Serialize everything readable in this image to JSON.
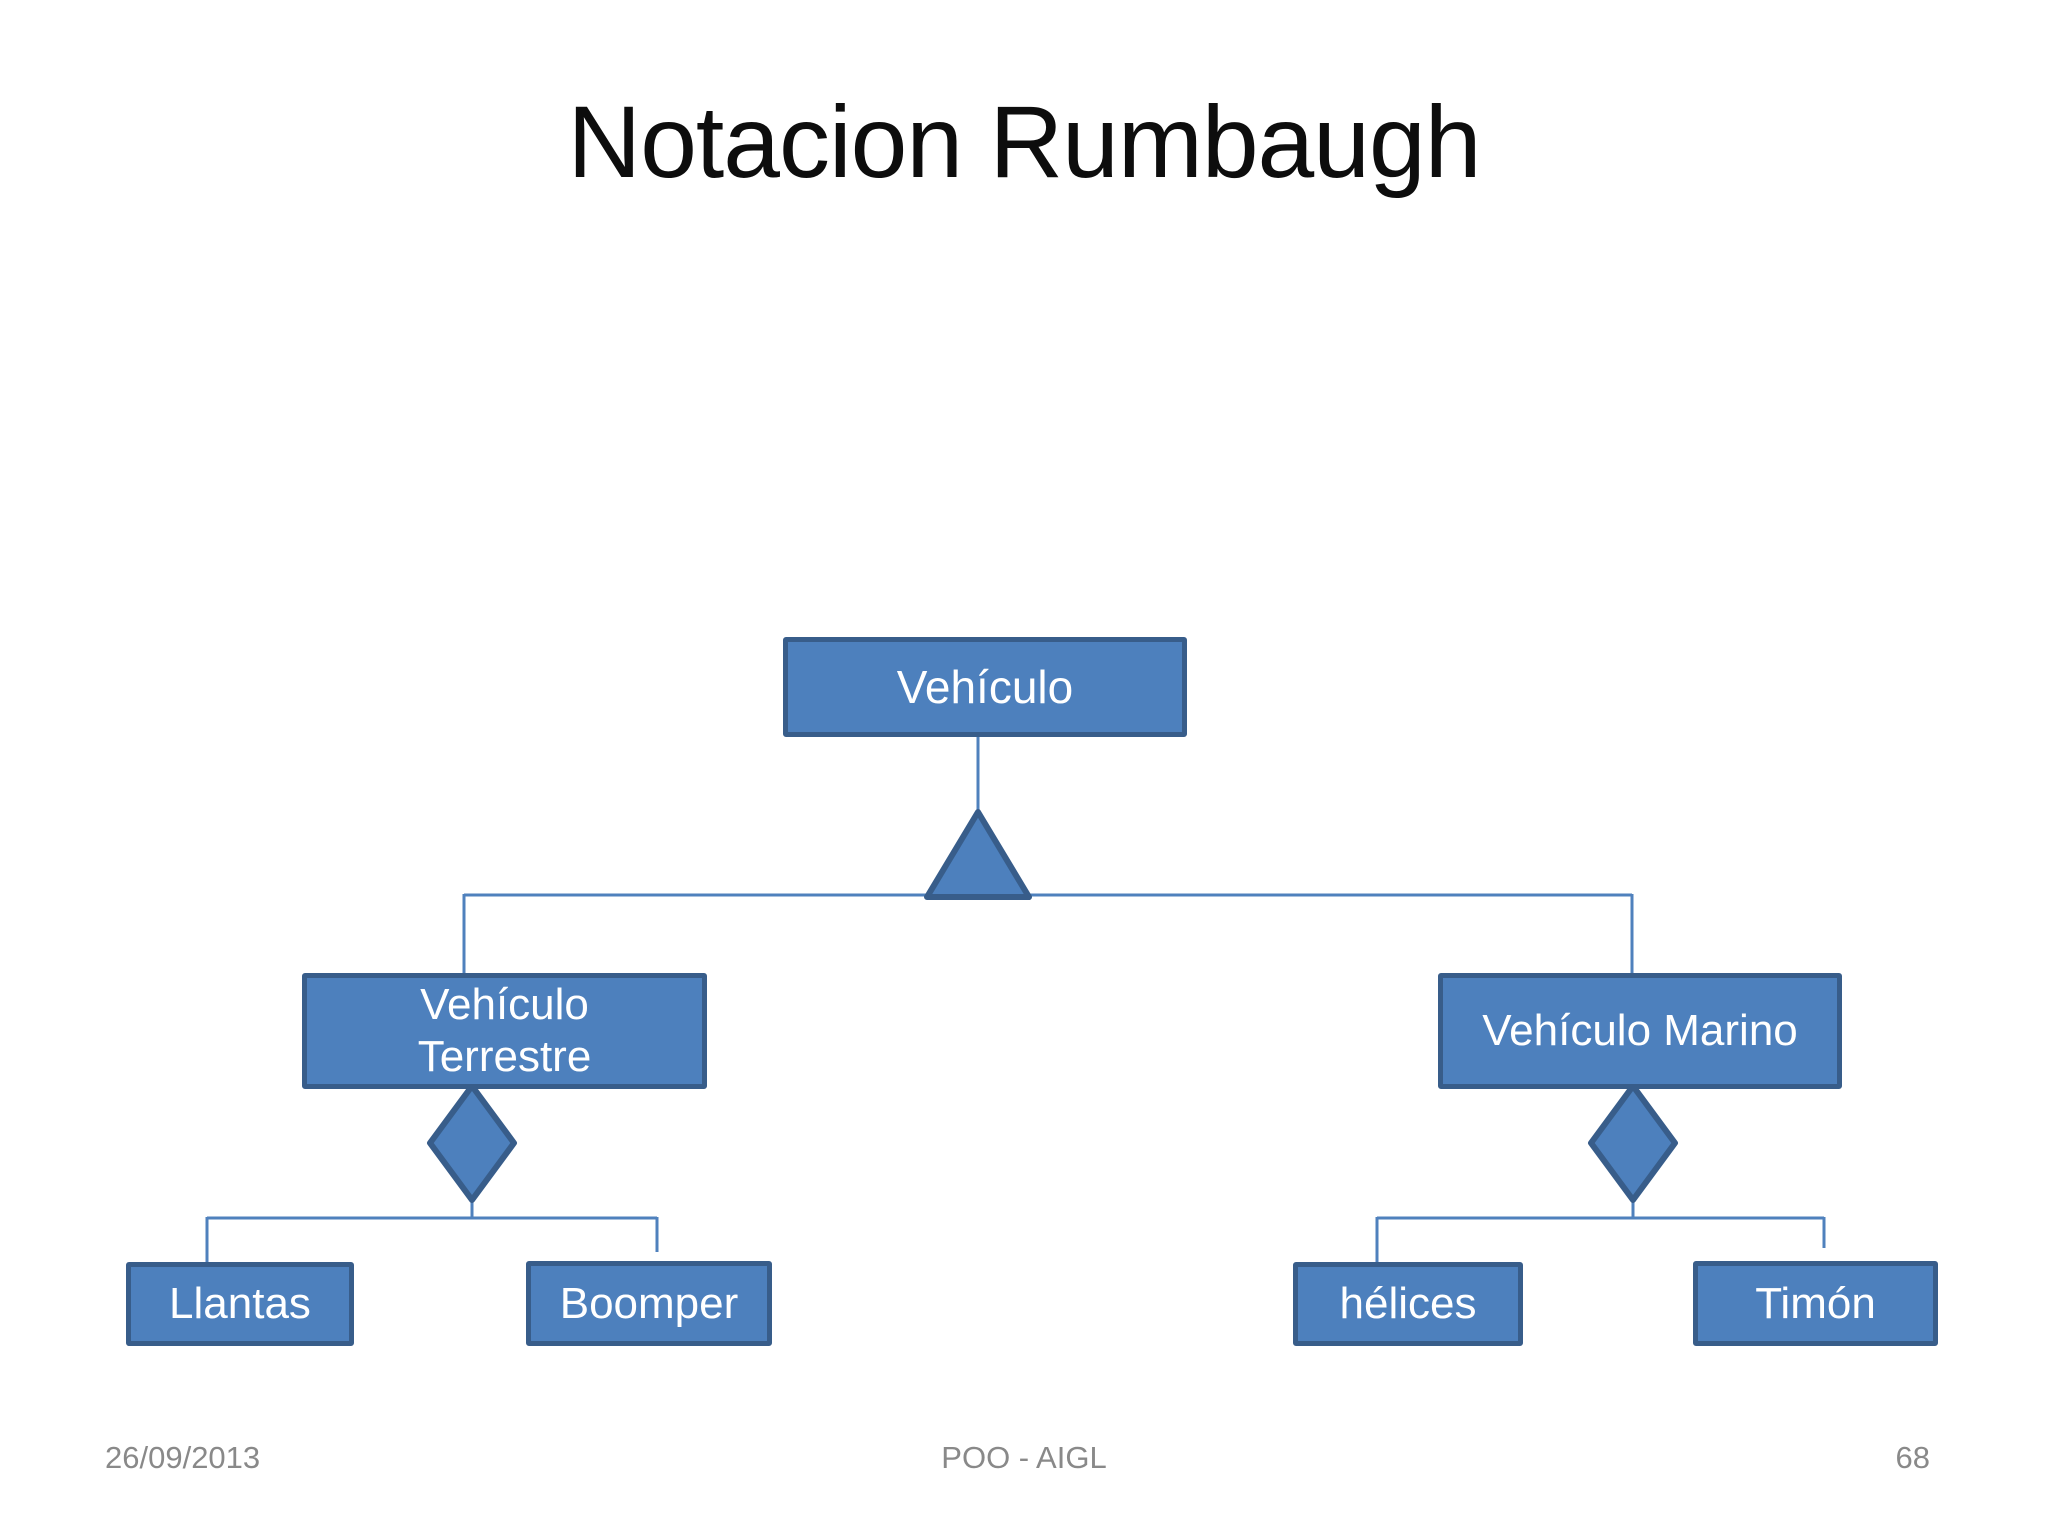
{
  "slide": {
    "title": "Notacion Rumbaugh",
    "footer": {
      "date": "26/09/2013",
      "course": "POO - AIGL",
      "page_number": "68"
    }
  },
  "diagram": {
    "type": "rumbaugh-omt-class-diagram",
    "nodes": [
      {
        "id": "vehiculo",
        "label": "Vehículo"
      },
      {
        "id": "vehiculo-terrestre",
        "lines": [
          "Vehículo",
          "Terrestre"
        ]
      },
      {
        "id": "vehiculo-marino",
        "label": "Vehículo Marino"
      },
      {
        "id": "llantas",
        "label": "Llantas"
      },
      {
        "id": "boomper",
        "label": "Boomper"
      },
      {
        "id": "helices",
        "label": "hélices"
      },
      {
        "id": "timon",
        "label": "Timón"
      }
    ],
    "relations": [
      {
        "type": "inheritance",
        "symbol": "triangle",
        "parent": "vehiculo",
        "children": [
          "vehiculo-terrestre",
          "vehiculo-marino"
        ]
      },
      {
        "type": "aggregation",
        "symbol": "diamond",
        "parent": "vehiculo-terrestre",
        "children": [
          "llantas",
          "boomper"
        ]
      },
      {
        "type": "aggregation",
        "symbol": "diamond",
        "parent": "vehiculo-marino",
        "children": [
          "helices",
          "timon"
        ]
      }
    ],
    "colors": {
      "node_fill": "#4d80bd",
      "node_border": "#385d8a",
      "connector": "#4f81bd",
      "node_text": "#ffffff",
      "title_text": "#0d0d0d",
      "footer_text": "#898989",
      "background": "#ffffff"
    }
  }
}
